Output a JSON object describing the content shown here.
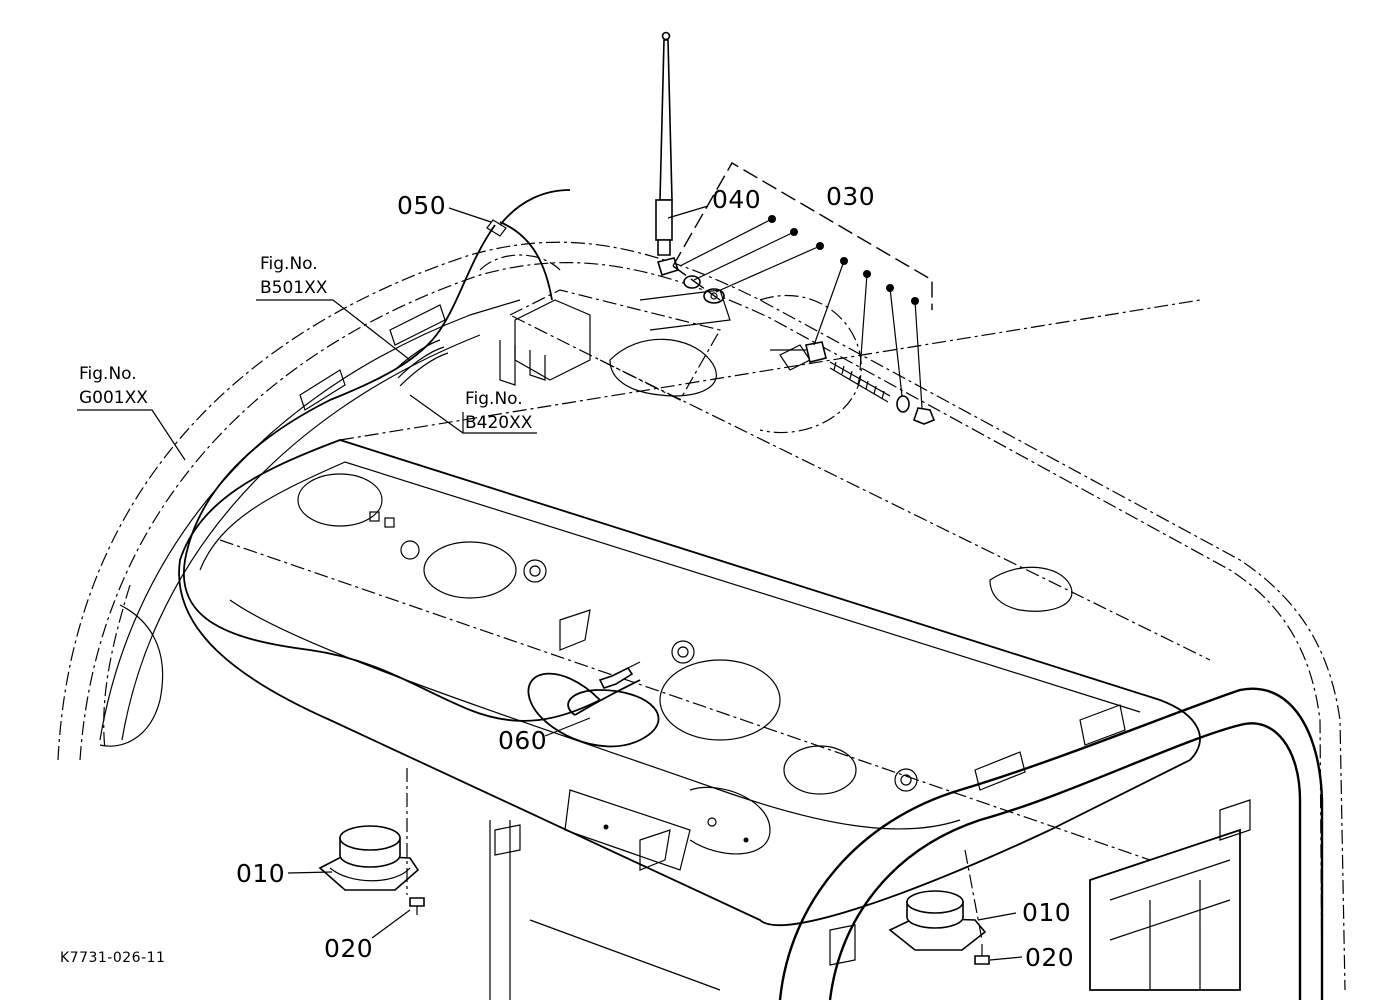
{
  "callouts": {
    "c010a": "010",
    "c010b": "010",
    "c020a": "020",
    "c020b": "020",
    "c030": "030",
    "c040": "040",
    "c050": "050",
    "c060": "060"
  },
  "refs": {
    "b501_line1": "Fig.No.",
    "b501_line2": "B501XX",
    "g001_line1": "Fig.No.",
    "g001_line2": "G001XX",
    "b420_line1": "Fig.No.",
    "b420_line2": "B420XX"
  },
  "drawing_code": "K7731-026-11"
}
